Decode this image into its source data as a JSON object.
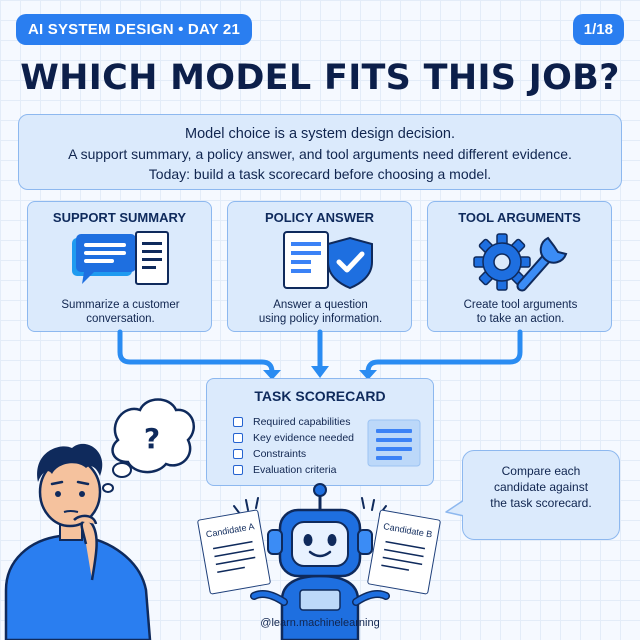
{
  "header": {
    "series_label": "AI SYSTEM DESIGN • DAY 21",
    "page_counter": "1/18",
    "title": "WHICH MODEL FITS THIS JOB?"
  },
  "intro": {
    "line1": "Model choice is a system design decision.",
    "line2": "A support summary, a policy answer, and tool arguments need different evidence.",
    "line3": "Today: build a task scorecard before choosing a model."
  },
  "tasks": [
    {
      "title": "SUPPORT SUMMARY",
      "icon": "chat-bubbles-document-icon",
      "desc_line1": "Summarize a customer",
      "desc_line2": "conversation."
    },
    {
      "title": "POLICY ANSWER",
      "icon": "document-shield-check-icon",
      "desc_line1": "Answer a question",
      "desc_line2": "using policy information."
    },
    {
      "title": "TOOL ARGUMENTS",
      "icon": "gear-wrench-icon",
      "desc_line1": "Create tool arguments",
      "desc_line2": "to take an action."
    }
  ],
  "scorecard": {
    "title": "TASK SCORECARD",
    "items": [
      "Required capabilities",
      "Key evidence needed",
      "Constraints",
      "Evaluation criteria"
    ]
  },
  "callout": {
    "line1": "Compare each",
    "line2": "candidate against",
    "line3": "the task scorecard."
  },
  "candidates": {
    "a": "Candidate A",
    "b": "Candidate B"
  },
  "footer": {
    "handle": "@learn.machinelearning"
  },
  "colors": {
    "accent": "#2a7ef0",
    "panel": "#dbeafc",
    "navy": "#0c1f4a"
  }
}
